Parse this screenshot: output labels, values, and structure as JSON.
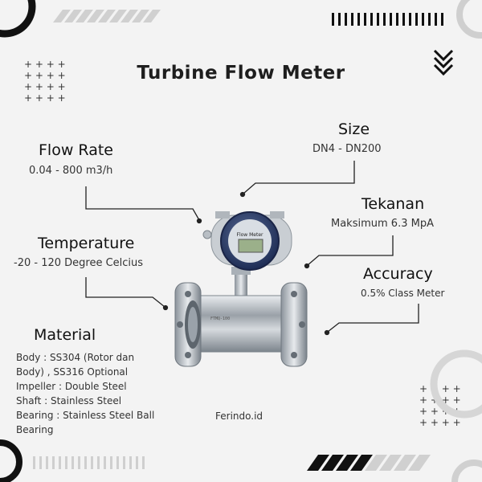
{
  "title": "Turbine Flow Meter",
  "specs": {
    "flow_rate": {
      "label": "Flow Rate",
      "value": "0.04 - 800 m3/h"
    },
    "size": {
      "label": "Size",
      "value": "DN4 - DN200"
    },
    "tekanan": {
      "label": "Tekanan",
      "value": "Maksimum 6.3 MpA"
    },
    "temperature": {
      "label": "Temperature",
      "value": "-20 - 120  Degree Celcius"
    },
    "accuracy": {
      "label": "Accuracy",
      "value": "0.5% Class Meter"
    }
  },
  "material": {
    "label": "Material",
    "lines": [
      "Body : SS304 (Rotor dan",
      "Body) , SS316 Optional",
      "Impeller : Double Steel",
      "Shaft : Stainless Steel",
      "Bearing : Stainless Steel Ball",
      "Bearing"
    ]
  },
  "display_text": "Flow Meter",
  "brand": "Ferindo.id",
  "colors": {
    "background": "#f3f3f3",
    "text": "#1e1e1e",
    "accent": "#111111"
  },
  "decor": [
    "corner-circle-icon",
    "stripes-icon",
    "chevron-down-icon",
    "plus-grid-icon"
  ]
}
